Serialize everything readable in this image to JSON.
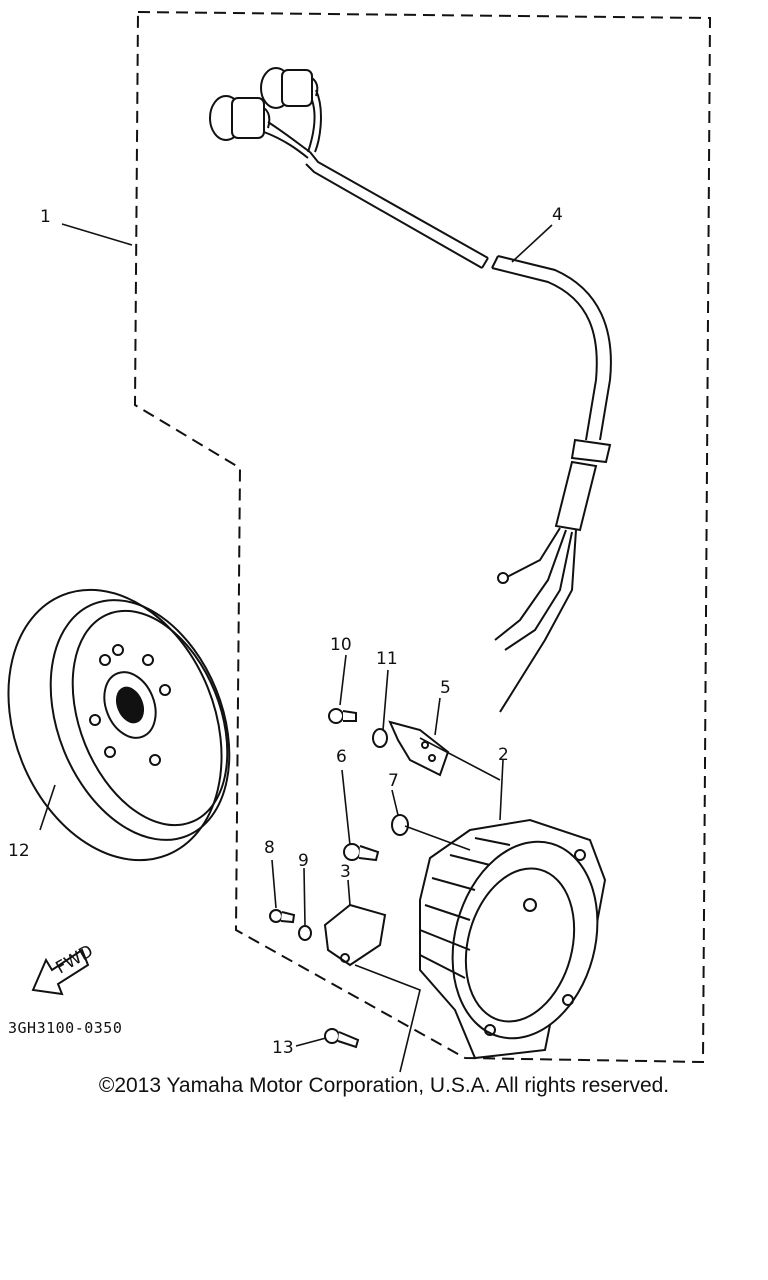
{
  "callouts": {
    "c1": "1",
    "c2": "2",
    "c3": "3",
    "c4": "4",
    "c5": "5",
    "c6": "6",
    "c7": "7",
    "c8": "8",
    "c9": "9",
    "c10": "10",
    "c11": "11",
    "c12": "12",
    "c13": "13"
  },
  "arrow_label": "FWD",
  "diagram_code": "3GH3100-0350",
  "copyright": "©2013 Yamaha Motor Corporation, U.S.A. All rights reserved."
}
